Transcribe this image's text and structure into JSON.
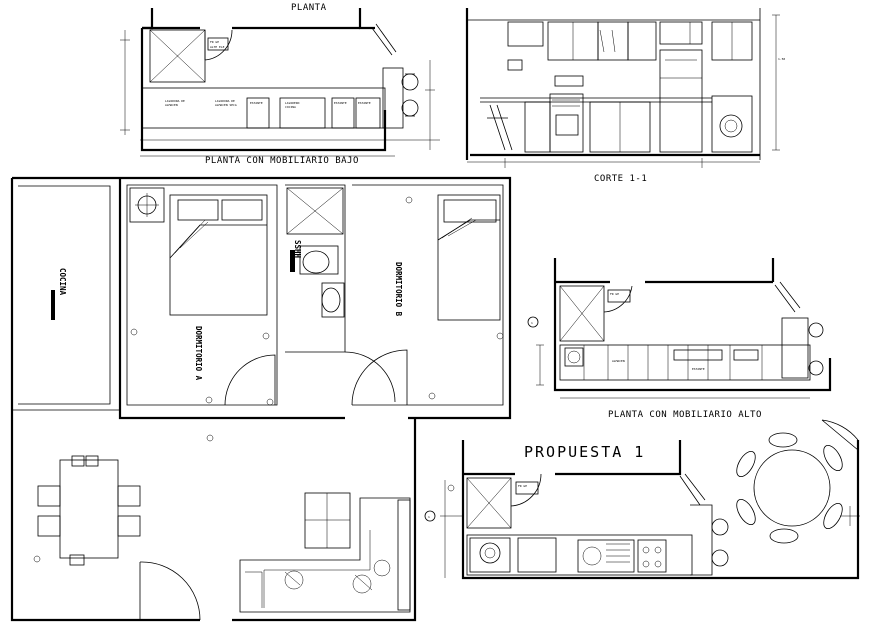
{
  "drawing": {
    "labels": {
      "planta": "PLANTA",
      "planta_mobiliario_bajo": "PLANTA CON MOBILIARIO BAJO",
      "corte": "CORTE 1-1",
      "planta_mobiliario_alto": "PLANTA CON MOBILIARIO ALTO",
      "propuesta": "PROPUESTA 1",
      "cocina": "COCINA",
      "dormitorio_a": "DORMITORIO A",
      "dormitorio_b": "DORMITORIO B",
      "sshh": "SSHH",
      "section_marker": "1"
    },
    "colors": {
      "line": "#000000",
      "background": "#ffffff"
    }
  }
}
